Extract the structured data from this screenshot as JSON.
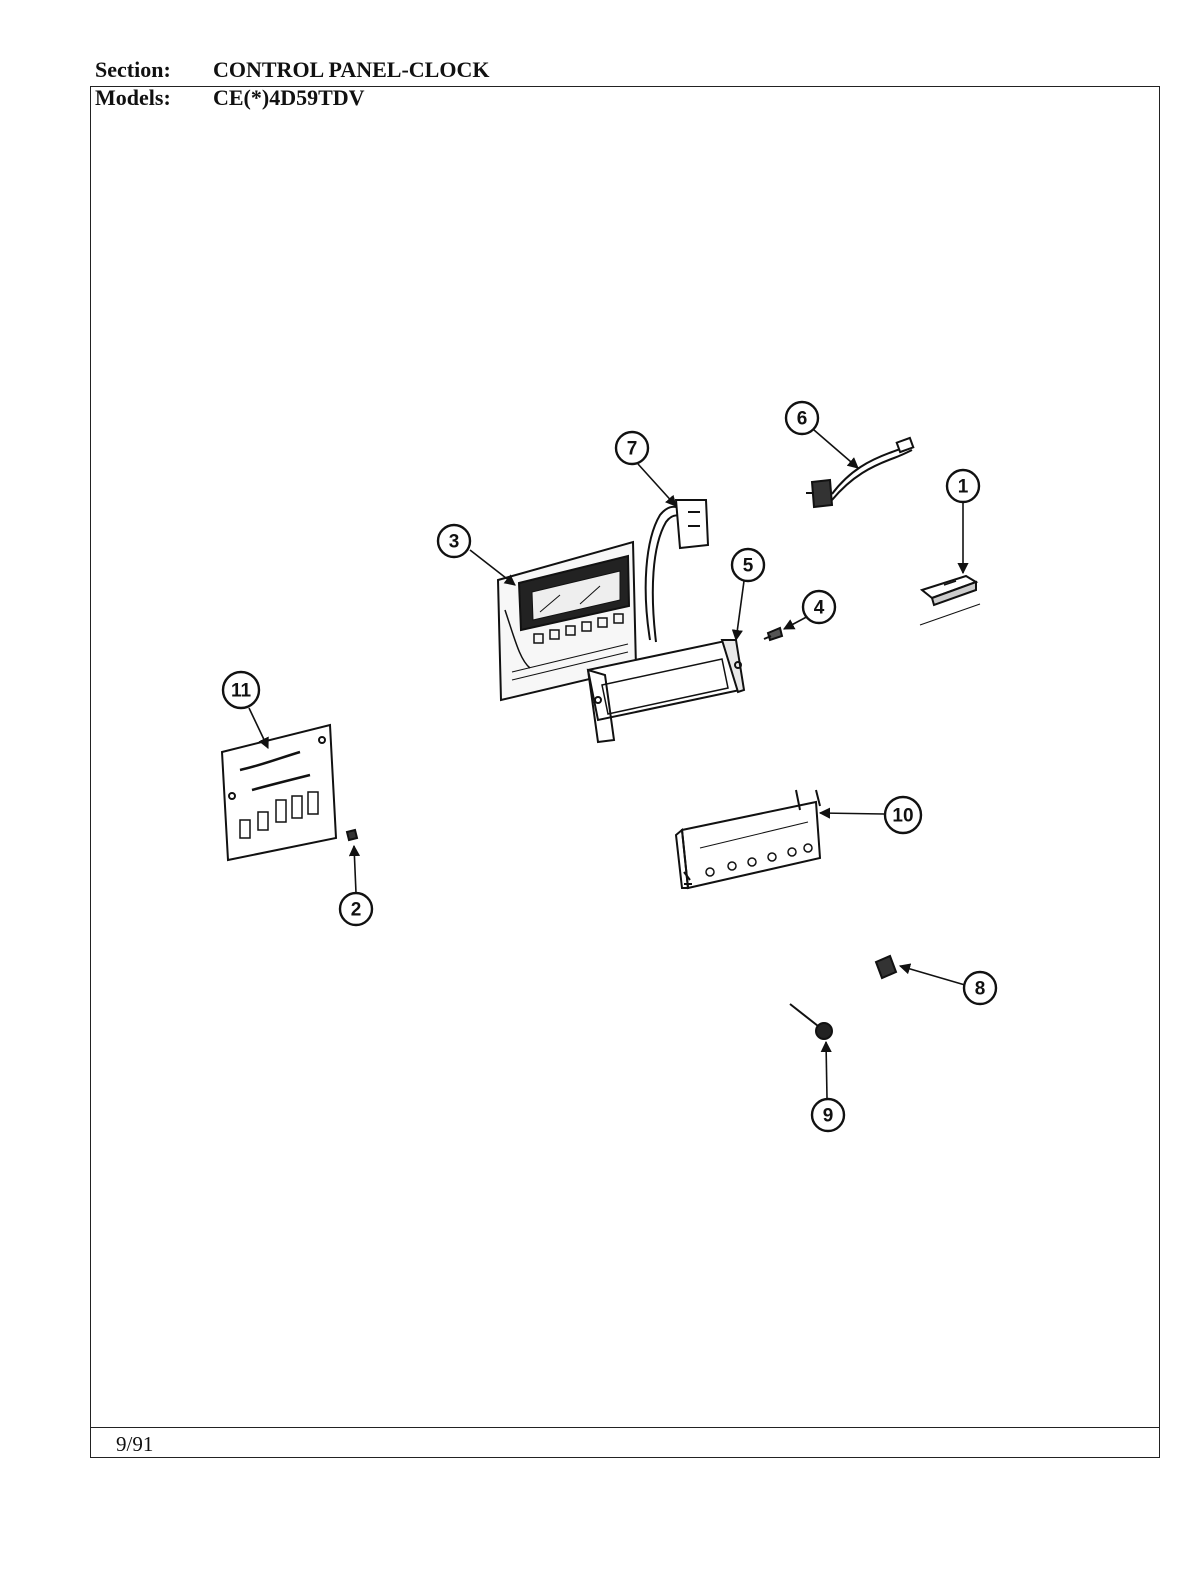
{
  "header": {
    "section_label": "Section:",
    "section_value": "CONTROL PANEL-CLOCK",
    "models_label": "Models:",
    "models_value": "CE(*)4D59TDV"
  },
  "footer": {
    "date": "9/91"
  },
  "callouts": [
    "1",
    "2",
    "3",
    "4",
    "5",
    "6",
    "7",
    "8",
    "9",
    "10",
    "11"
  ],
  "colors": {
    "ink": "#111111",
    "paper": "#ffffff"
  }
}
